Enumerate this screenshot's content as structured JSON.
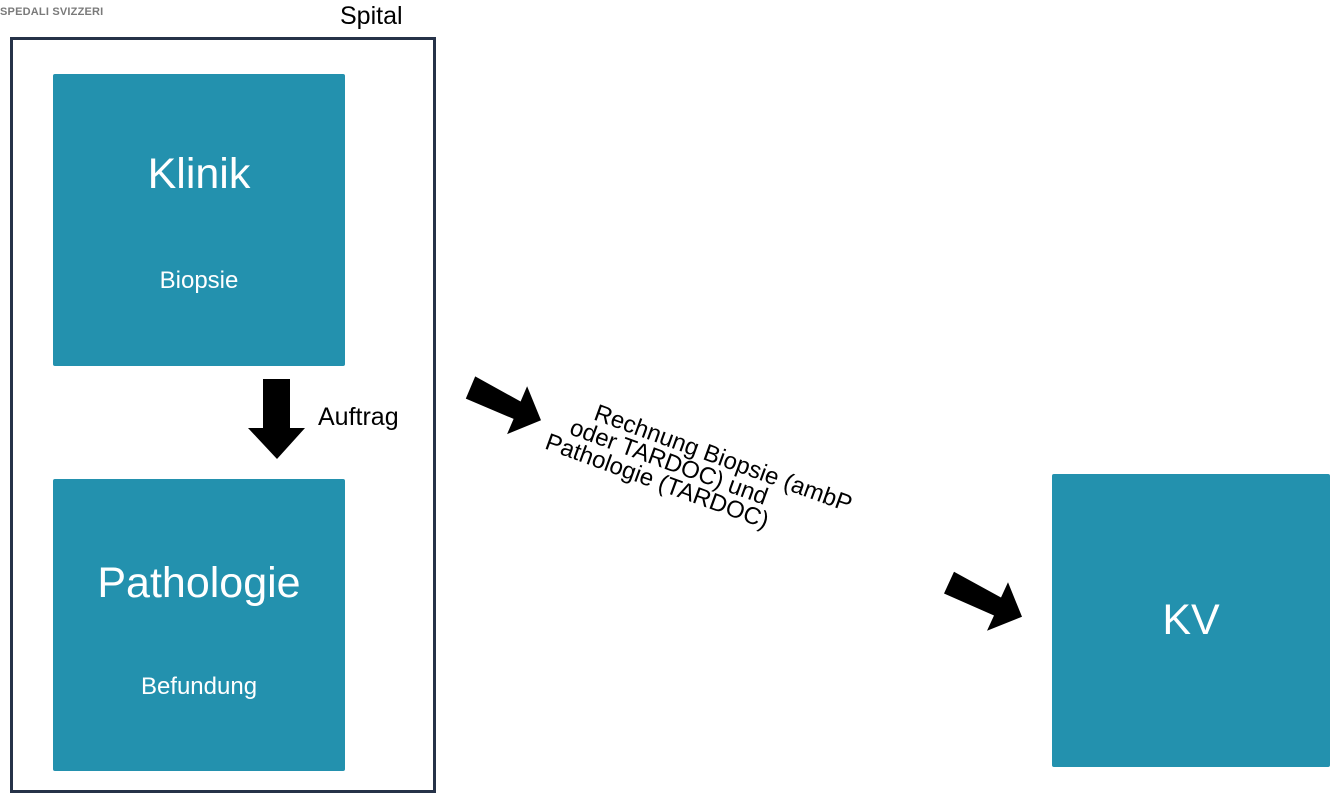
{
  "logo": {
    "text": "SPEDALI SVIZZERI"
  },
  "container": {
    "label": "Spital"
  },
  "nodes": {
    "klinik": {
      "title": "Klinik",
      "subtitle": "Biopsie"
    },
    "pathologie": {
      "title": "Pathologie",
      "subtitle": "Befundung"
    },
    "kv": {
      "title": "KV"
    }
  },
  "edges": {
    "auftrag": {
      "label": "Auftrag"
    },
    "rechnung": {
      "label_lines": [
        "Rechnung Biopsie (ambP",
        "oder TARDOC) und",
        "Pathologie (TARDOC)"
      ]
    }
  },
  "colors": {
    "node_fill": "#2391ae",
    "container_border": "#263248",
    "arrow": "#000000"
  }
}
